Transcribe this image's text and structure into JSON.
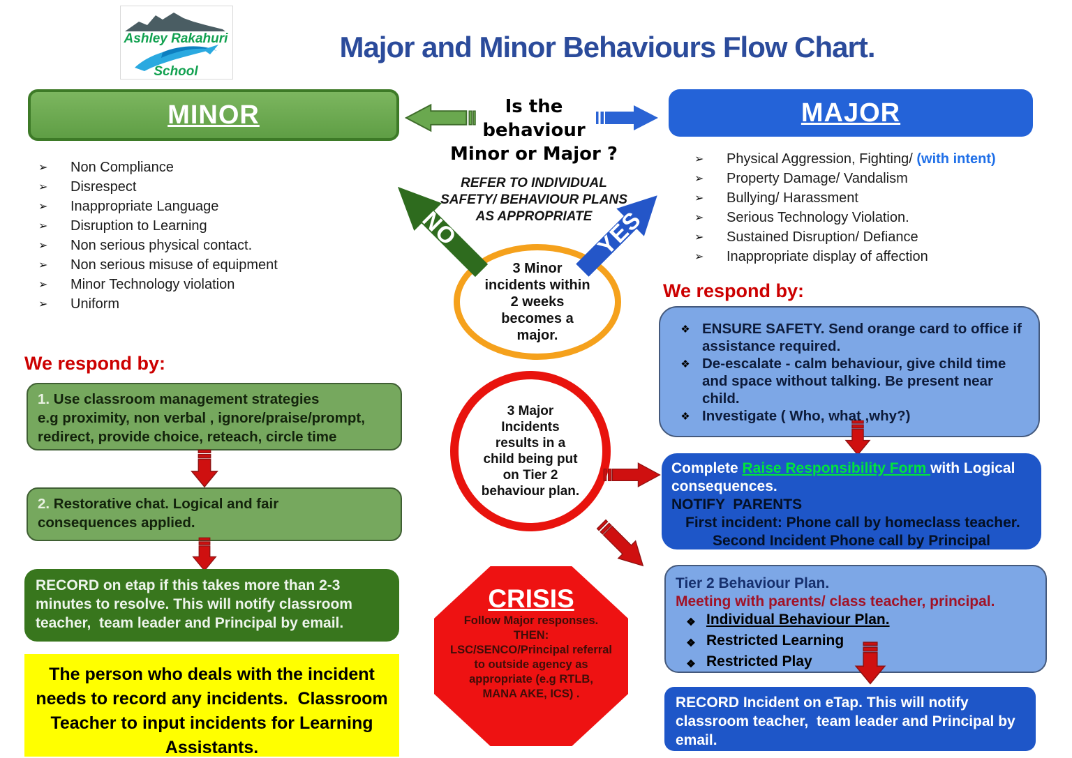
{
  "colors": {
    "title_blue": "#2b4b9b",
    "minor_green": "#6aa84f",
    "dark_green": "#38761d",
    "major_blue": "#2463d8",
    "light_blue": "#7da7e6",
    "royal_blue": "#1e56c8",
    "red": "#cc0000",
    "bright_red": "#ee1212",
    "orange": "#f5a11c",
    "yellow": "#ffff00",
    "link_green": "#00e53c"
  },
  "logo": {
    "school_name": "Ashley Rakahuri",
    "school_word": "School"
  },
  "title": "Major and Minor Behaviours Flow Chart.",
  "bullets": {
    "arrow": "➢",
    "diamond": "❖"
  },
  "question": {
    "lines": [
      "Is the",
      "behaviour",
      "Minor or Major ?"
    ],
    "note_lines": [
      "REFER TO INDIVIDUAL",
      "SAFETY/ BEHAVIOUR PLANS",
      "AS APPROPRIATE"
    ],
    "no_label": "NO",
    "yes_label": "YES"
  },
  "minor": {
    "header": "MINOR",
    "items": [
      "Non Compliance",
      "Disrespect",
      "Inappropriate Language",
      "Disruption to Learning",
      "Non serious physical contact.",
      "Non serious misuse of equipment",
      "Minor Technology violation",
      "Uniform"
    ],
    "respond_heading": "We respond by:",
    "step1_num": "1.",
    "step1_lines": [
      " Use classroom management strategies",
      "e.g proximity, non verbal , ignore/praise/prompt,",
      "redirect, provide choice, reteach, circle time"
    ],
    "step2_num": "2.",
    "step2_lines": [
      " Restorative chat. Logical and fair",
      "consequences applied."
    ],
    "record_lines": [
      "RECORD on etap if this takes more than 2-3",
      "minutes to resolve. This will notify classroom",
      "teacher,  team leader and Principal by email."
    ],
    "note_lines": [
      "The person who deals with the incident",
      "needs to record any incidents.  Classroom",
      "Teacher to input incidents for Learning",
      "Assistants."
    ]
  },
  "major": {
    "header": "MAJOR",
    "item1_main": "Physical Aggression, Fighting/ ",
    "item1_highlight": "(with intent)",
    "items": [
      "Property Damage/ Vandalism",
      "Bullying/ Harassment",
      "Serious Technology Violation.",
      "Sustained Disruption/ Defiance",
      "Inappropriate display of affection"
    ],
    "respond_heading": "We respond by:",
    "respond_bullets": [
      "ENSURE SAFETY. Send orange card to office if assistance required.",
      "De-escalate - calm behaviour, give child time and space without talking. Be present near child.",
      "Investigate ( Who, what ,why?)"
    ],
    "complete": {
      "pre": "Complete ",
      "link": "Raise Responsibility Form ",
      "post": "with Logical consequences.",
      "notify": "NOTIFY  PARENTS",
      "first": "First incident: Phone call by homeclass teacher.",
      "second": "Second Incident Phone call by Principal"
    },
    "tier2": {
      "title": "Tier 2 Behaviour Plan.",
      "meeting": "Meeting with parents/ class teacher, principal.",
      "bullets": [
        "Individual Behaviour Plan.",
        "Restricted Learning",
        "Restricted Play"
      ]
    },
    "record_lines": [
      "RECORD Incident on eTap. This will notify",
      "classroom teacher,  team leader and Principal by",
      "email."
    ]
  },
  "escalation": {
    "minor_circle_lines": [
      "3 Minor",
      "incidents within",
      "2 weeks",
      "becomes a",
      "major."
    ],
    "major_circle_lines": [
      "3 Major",
      "Incidents",
      "results in a",
      "child being put",
      "on Tier 2",
      "behaviour plan."
    ],
    "crisis_title": "CRISIS",
    "crisis_lines": [
      "Follow Major responses.",
      "THEN:",
      "LSC/SENCO/Principal referral",
      "to outside agency as",
      "appropriate (e.g RTLB,",
      "MANA AKE, ICS) ."
    ]
  }
}
